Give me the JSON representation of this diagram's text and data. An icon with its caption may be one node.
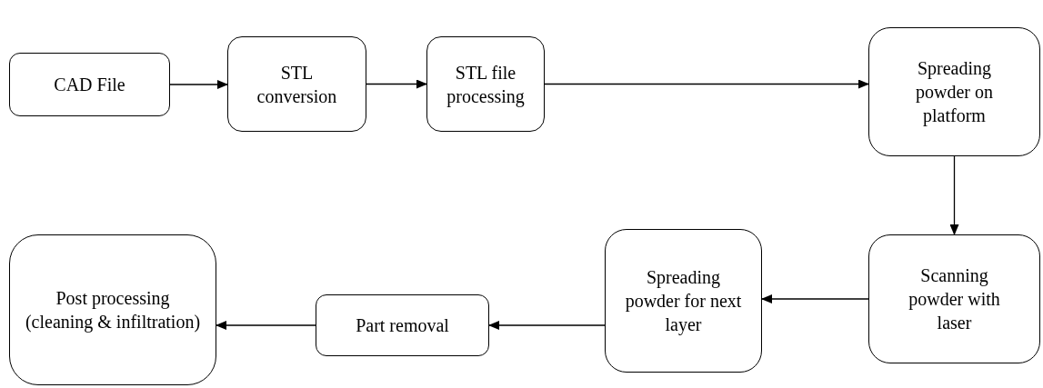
{
  "diagram": {
    "nodes": [
      {
        "text": [
          "CAD File"
        ]
      },
      {
        "text": [
          "STL conversion"
        ]
      },
      {
        "text": [
          "STL file processing"
        ]
      },
      {
        "text": [
          "Spreading powder on platform"
        ]
      },
      {
        "text": [
          "Scanning powder with laser"
        ]
      },
      {
        "text": [
          "Spreading powder for next layer"
        ]
      },
      {
        "text": [
          "Part removal"
        ]
      },
      {
        "text": [
          "Post processing (cleaning & infiltration)"
        ]
      }
    ],
    "edges": [
      {
        "from": 0,
        "to": 1,
        "arrow": "to"
      },
      {
        "from": 1,
        "to": 2,
        "arrow": "to"
      },
      {
        "from": 2,
        "to": 3,
        "arrow": "to"
      },
      {
        "from": 3,
        "to": 4,
        "arrow": "to"
      },
      {
        "from": 4,
        "to": 5,
        "arrow": "to"
      },
      {
        "from": 5,
        "to": 6,
        "arrow": "to"
      },
      {
        "from": 6,
        "to": 7,
        "arrow": "to"
      }
    ]
  }
}
